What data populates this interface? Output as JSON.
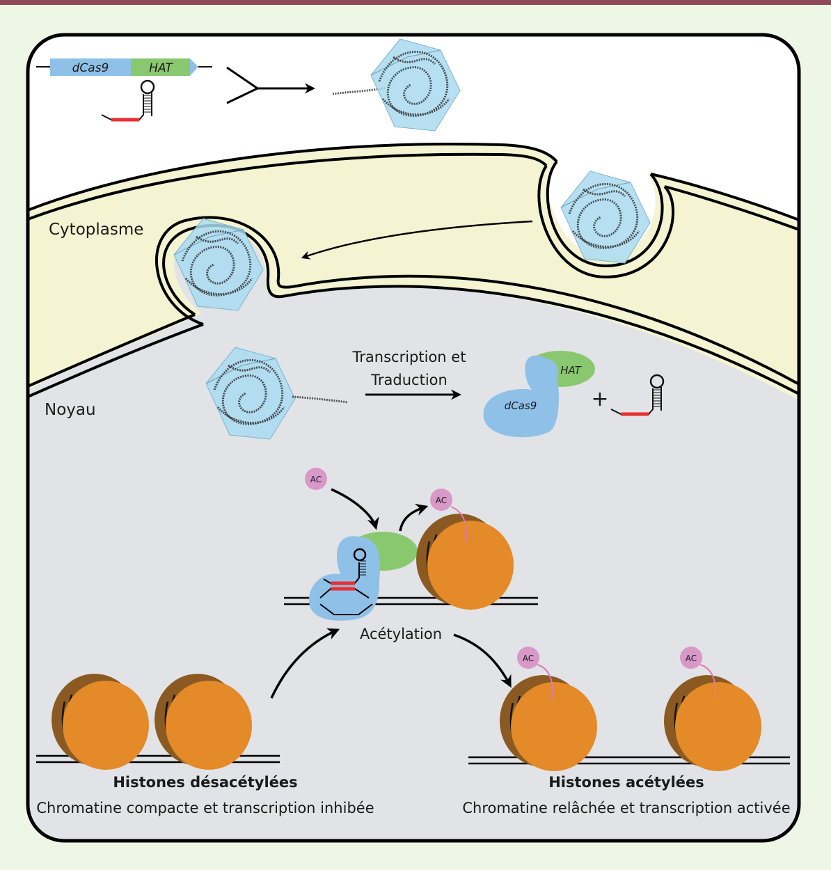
{
  "figure": {
    "construct": {
      "gene1_label": "dCas9",
      "gene2_label": "HAT",
      "gene1_color": "#8fc0e8",
      "gene2_color": "#8ac870"
    },
    "compartments": {
      "cytoplasm_label": "Cytoplasme",
      "nucleus_label": "Noyau",
      "extracellular_color": "#ffffff",
      "cytoplasm_color": "#f4f4d2",
      "nucleus_color": "#e2e3e7"
    },
    "expression": {
      "arrow_label_line1": "Transcription et",
      "arrow_label_line2": "Traduction",
      "protein_dcas9_label": "dCas9",
      "protein_hat_label": "HAT",
      "plus_sign": "+"
    },
    "acetylation": {
      "process_label": "Acétylation",
      "acetyl_group_label": "AC",
      "acetyl_color": "#d898c8"
    },
    "states": {
      "left_title": "Histones désacétylées",
      "left_subtitle": "Chromatine compacte et transcription inhibée",
      "right_title": "Histones acétylées",
      "right_subtitle": "Chromatine relâchée et transcription activée"
    },
    "colors": {
      "histone_face": "#e48a28",
      "histone_side": "#8a5a22",
      "guide_red": "#e83030",
      "capsid": "#a9daf0"
    }
  }
}
